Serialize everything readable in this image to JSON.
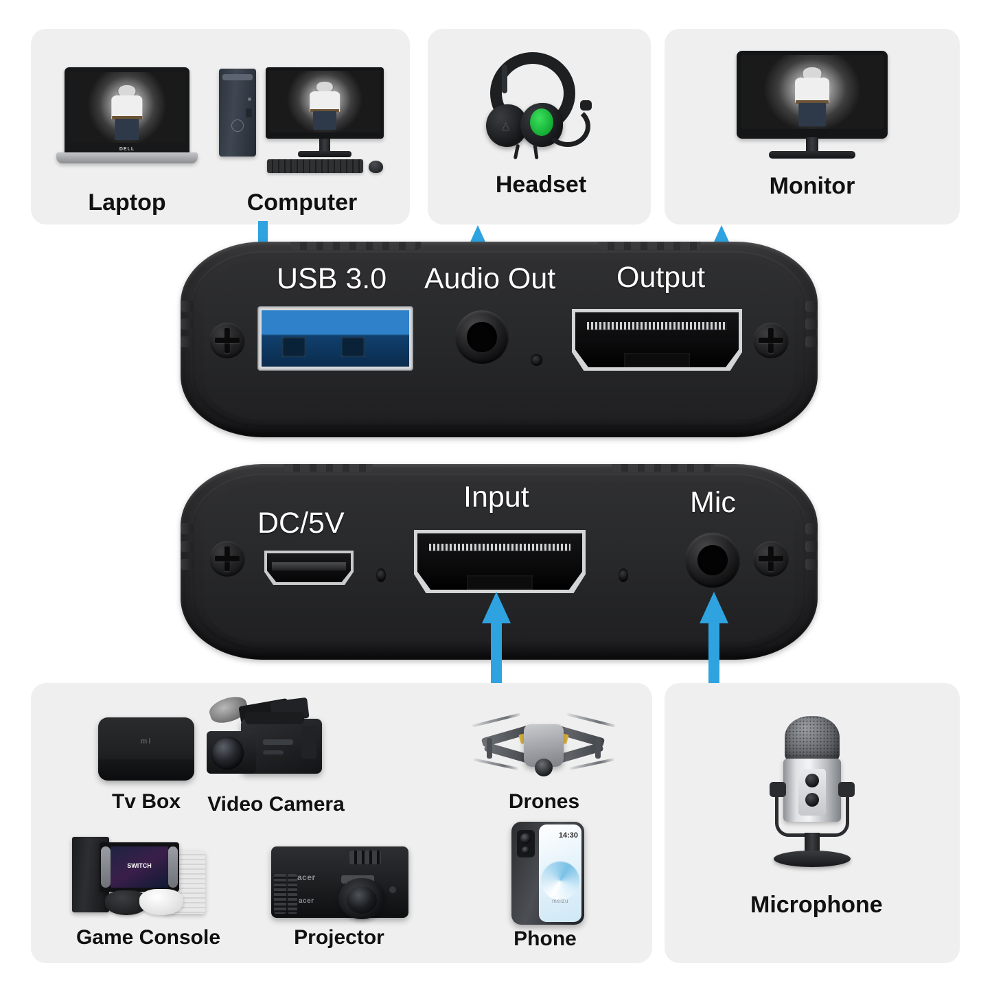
{
  "accent_color": "#2ea3e0",
  "panel_bg": "#efefef",
  "device_label_color": "#ffffff",
  "top_panels": [
    {
      "name": "sources-output-devices",
      "items": [
        {
          "label": "Laptop",
          "icon": "laptop-icon"
        },
        {
          "label": "Computer",
          "icon": "desktop-computer-icon"
        }
      ]
    },
    {
      "name": "headset-panel",
      "items": [
        {
          "label": "Headset",
          "icon": "headset-icon"
        }
      ]
    },
    {
      "name": "monitor-panel",
      "items": [
        {
          "label": "Monitor",
          "icon": "monitor-icon"
        }
      ]
    }
  ],
  "devices": [
    {
      "name": "capture-card-front",
      "ports": [
        {
          "label": "USB 3.0",
          "type": "usb-a-3.0",
          "arrow": "down",
          "connects_to": "Computer"
        },
        {
          "label": "Audio Out",
          "type": "3.5mm-jack",
          "arrow": "up",
          "connects_to": "Headset"
        },
        {
          "label": "Output",
          "type": "hdmi",
          "arrow": "up",
          "connects_to": "Monitor"
        }
      ]
    },
    {
      "name": "capture-card-back",
      "ports": [
        {
          "label": "DC/5V",
          "type": "micro-usb",
          "arrow": "none",
          "connects_to": ""
        },
        {
          "label": "Input",
          "type": "hdmi",
          "arrow": "up",
          "connects_to": "Video sources"
        },
        {
          "label": "Mic",
          "type": "3.5mm-jack",
          "arrow": "up",
          "connects_to": "Microphone"
        }
      ]
    }
  ],
  "bottom_panels": [
    {
      "name": "video-sources-panel",
      "items": [
        {
          "label": "Tv Box",
          "icon": "tv-box-icon"
        },
        {
          "label": "Video Camera",
          "icon": "video-camera-icon"
        },
        {
          "label": "Drones",
          "icon": "drone-icon"
        },
        {
          "label": "Game Console",
          "icon": "game-console-icon"
        },
        {
          "label": "Projector",
          "icon": "projector-icon"
        },
        {
          "label": "Phone",
          "icon": "smartphone-icon"
        }
      ]
    },
    {
      "name": "microphone-panel",
      "items": [
        {
          "label": "Microphone",
          "icon": "microphone-icon"
        }
      ]
    }
  ],
  "screen_artwork": {
    "laptop_brand": "DELL",
    "phone_time": "14:30",
    "phone_brand": "meizu",
    "projector_brand": "acer",
    "tvbox_brand": "mi"
  }
}
